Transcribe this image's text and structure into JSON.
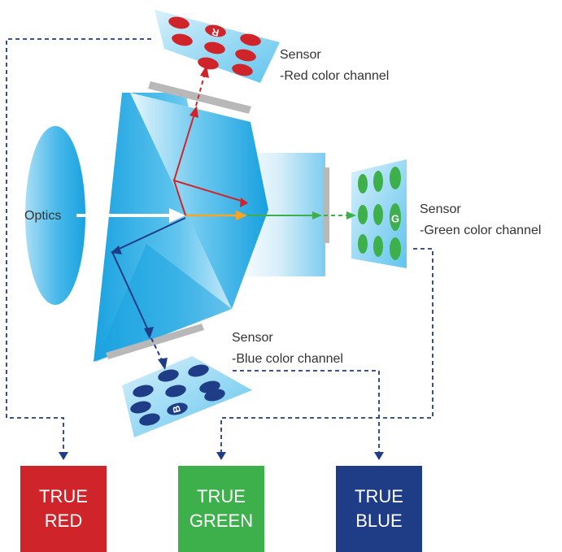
{
  "labels": {
    "optics": "Optics",
    "red_sensor": {
      "title": "Sensor",
      "sub": "-Red color channel",
      "letter": "R"
    },
    "green_sensor": {
      "title": "Sensor",
      "sub": "-Green color channel",
      "letter": "G"
    },
    "blue_sensor": {
      "title": "Sensor",
      "sub": "-Blue color channel",
      "letter": "B"
    }
  },
  "outputs": [
    {
      "line1": "TRUE",
      "line2": "RED"
    },
    {
      "line1": "TRUE",
      "line2": "GREEN"
    },
    {
      "line1": "TRUE",
      "line2": "BLUE"
    }
  ],
  "colors": {
    "red": "#d0242b",
    "green": "#3db04b",
    "blue": "#1f3d86",
    "dashed_line": "#1f3d86",
    "prism_light": "#e3f4fc",
    "prism_mid": "#5fc4ee",
    "prism_dark": "#1aa2e0",
    "mount_gray": "#b8b8b8",
    "incoming_ray": "#ffffff",
    "split_ray": "#f6a623"
  }
}
